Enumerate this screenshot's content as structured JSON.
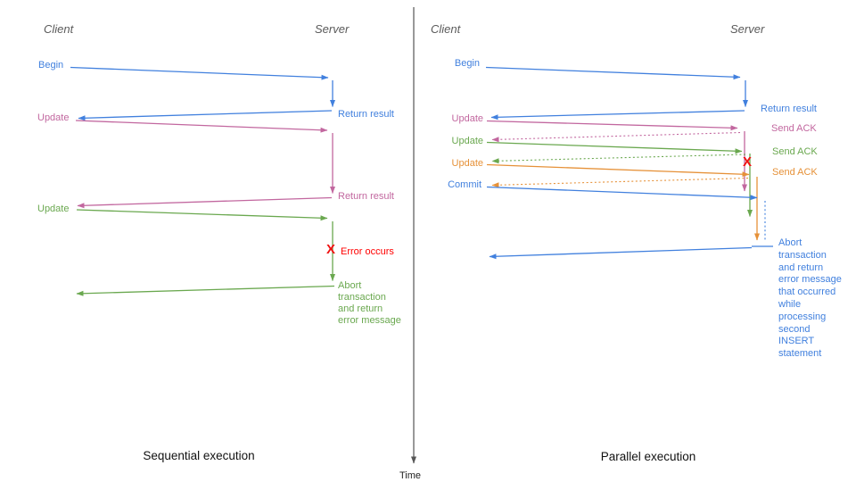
{
  "axis": {
    "time": "Time"
  },
  "error_mark": "X",
  "colors": {
    "blue": "#4180de",
    "pink": "#c2679f",
    "green": "#6aa84f",
    "orange": "#e69138",
    "red": "#ff0000",
    "actor_gray": "#5a5a5a",
    "axis_dark": "#555555"
  },
  "left": {
    "caption": "Sequential execution",
    "client": "Client",
    "server": "Server",
    "begin": "Begin",
    "return_result_1": "Return result",
    "update_1": "Update",
    "return_result_2": "Return result",
    "update_2": "Update",
    "error_label": "Error occurs",
    "abort_text": "Abort\ntransaction\nand return\nerror message"
  },
  "right": {
    "caption": "Parallel execution",
    "client": "Client",
    "server": "Server",
    "begin": "Begin",
    "return_result": "Return result",
    "update_1": "Update",
    "send_ack_1": "Send ACK",
    "update_2": "Update",
    "send_ack_2": "Send ACK",
    "update_3": "Update",
    "send_ack_3": "Send ACK",
    "commit": "Commit",
    "abort_text": "Abort\ntransaction\nand return\nerror message\nthat occurred\nwhile\nprocessing\nsecond\nINSERT\nstatement"
  }
}
